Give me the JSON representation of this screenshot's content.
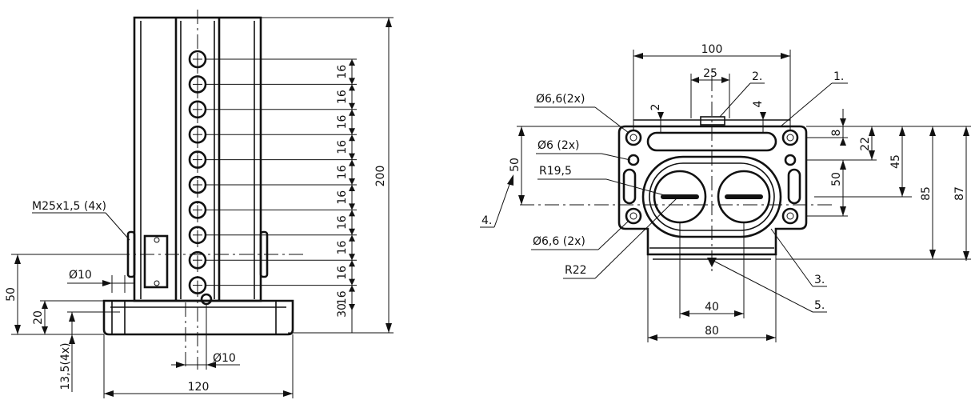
{
  "front_view": {
    "pitch_labels": [
      "16",
      "16",
      "16",
      "16",
      "16",
      "16",
      "16",
      "16",
      "16",
      "16"
    ],
    "dim_30": "30",
    "dim_200": "200",
    "thread_note": "M25x1,5 (4x)",
    "dia_10_left": "Ø10",
    "dia_10_bottom": "Ø10",
    "dim_50": "50",
    "dim_20": "20",
    "dim_13_5": "13,5(4x)",
    "dim_120": "120"
  },
  "side_view": {
    "dim_100": "100",
    "dim_25": "25",
    "dim_2": "2",
    "dim_4": "4",
    "dim_8": "8",
    "dim_22": "22",
    "dim_45": "45",
    "dim_50_right": "50",
    "dim_85": "85",
    "dim_87": "87",
    "dim_50_left": "50",
    "dim_40": "40",
    "dim_80": "80",
    "hole_66_top": "Ø6,6(2x)",
    "hole_6": "Ø6 (2x)",
    "radius_19_5": "R19,5",
    "hole_66_bottom": "Ø6,6 (2x)",
    "radius_22": "R22",
    "pos_1": "1.",
    "pos_2": "2.",
    "pos_3": "3.",
    "pos_4": "4.",
    "pos_5": "5."
  }
}
